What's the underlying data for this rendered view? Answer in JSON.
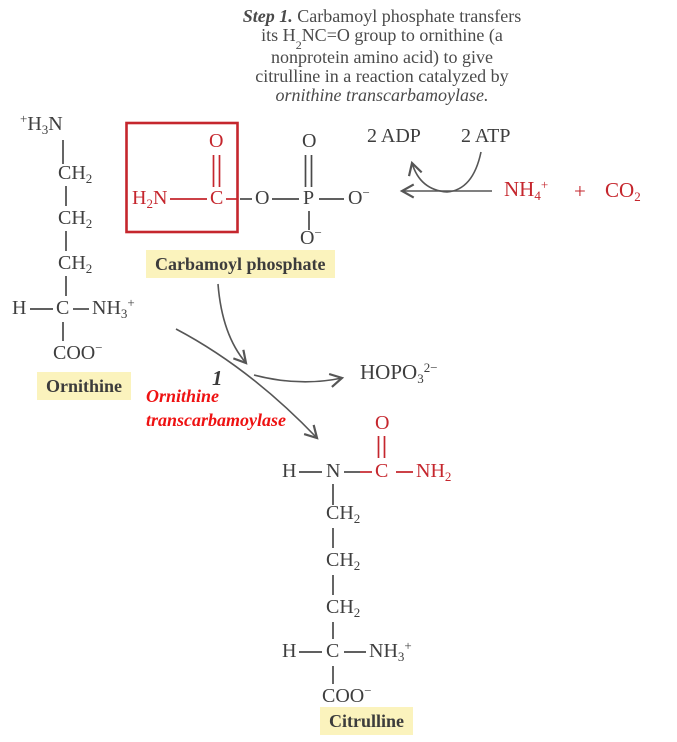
{
  "colors": {
    "ink": "#3e3e3e",
    "bond": "#4a4a4a",
    "arrow": "#565656",
    "crimson": "#c5262d",
    "enzyme-red": "#ee1212",
    "highlight": "#fbf3bd",
    "caption": "#4a4a4a"
  },
  "caption": {
    "step": "Step 1.",
    "line1": " Carbamoyl phosphate transfers",
    "line2": [
      {
        "t": "its H"
      },
      {
        "s": "sub",
        "t": "2"
      },
      {
        "t": "NC=O group to ornithine (a"
      }
    ],
    "line3": "nonprotein amino acid) to give",
    "line4": "citrulline in a reaction catalyzed by",
    "line5": "ornithine transcarbamoylase."
  },
  "ornithine": {
    "amine": [
      {
        "s": "sup",
        "t": "+"
      },
      {
        "t": "H"
      },
      {
        "s": "sub",
        "t": "3"
      },
      {
        "t": "N"
      }
    ],
    "ch2": [
      {
        "t": "CH"
      },
      {
        "s": "sub",
        "t": "2"
      }
    ],
    "h": "H",
    "c": "C",
    "nh3": [
      {
        "t": "NH"
      },
      {
        "s": "sub",
        "t": "3"
      },
      {
        "s": "sup",
        "t": "+"
      }
    ],
    "coo": [
      {
        "t": "COO"
      },
      {
        "s": "sup",
        "t": "−"
      }
    ],
    "label": "Ornithine"
  },
  "carbamoyl": {
    "o_carbonyl": "O",
    "h2n": [
      {
        "t": "H"
      },
      {
        "s": "sub",
        "t": "2"
      },
      {
        "t": "N"
      }
    ],
    "c": "C",
    "o_bridge": "O",
    "p": "P",
    "o_right": [
      {
        "t": "O"
      },
      {
        "s": "sup",
        "t": "−"
      }
    ],
    "o_top": "O",
    "o_bottom": [
      {
        "t": "O"
      },
      {
        "s": "sup",
        "t": "−"
      }
    ],
    "label": "Carbamoyl phosphate"
  },
  "energy": {
    "adp": "2 ADP",
    "atp": "2 ATP"
  },
  "feed": {
    "nh4": [
      {
        "t": "NH"
      },
      {
        "s": "sub",
        "t": "4"
      },
      {
        "s": "sup",
        "t": "+"
      }
    ],
    "plus": "+",
    "co2": [
      {
        "t": "CO"
      },
      {
        "s": "sub",
        "t": "2"
      }
    ]
  },
  "reaction": {
    "number": "1",
    "enzyme_line1": "Ornithine",
    "enzyme_line2": "transcarbamoylase",
    "byproduct": [
      {
        "t": "HOPO"
      },
      {
        "s": "sub",
        "t": "3"
      },
      {
        "s": "sup",
        "t": "2−"
      }
    ]
  },
  "citrulline": {
    "o_carbonyl": "O",
    "h_amide": "H",
    "n_amide": "N",
    "c_carbonyl": "C",
    "nh2": [
      {
        "t": "NH"
      },
      {
        "s": "sub",
        "t": "2"
      }
    ],
    "ch2": [
      {
        "t": "CH"
      },
      {
        "s": "sub",
        "t": "2"
      }
    ],
    "h_alpha": "H",
    "c_alpha": "C",
    "nh3": [
      {
        "t": "NH"
      },
      {
        "s": "sub",
        "t": "3"
      },
      {
        "s": "sup",
        "t": "+"
      }
    ],
    "coo": [
      {
        "t": "COO"
      },
      {
        "s": "sup",
        "t": "−"
      }
    ],
    "label": "Citrulline"
  }
}
